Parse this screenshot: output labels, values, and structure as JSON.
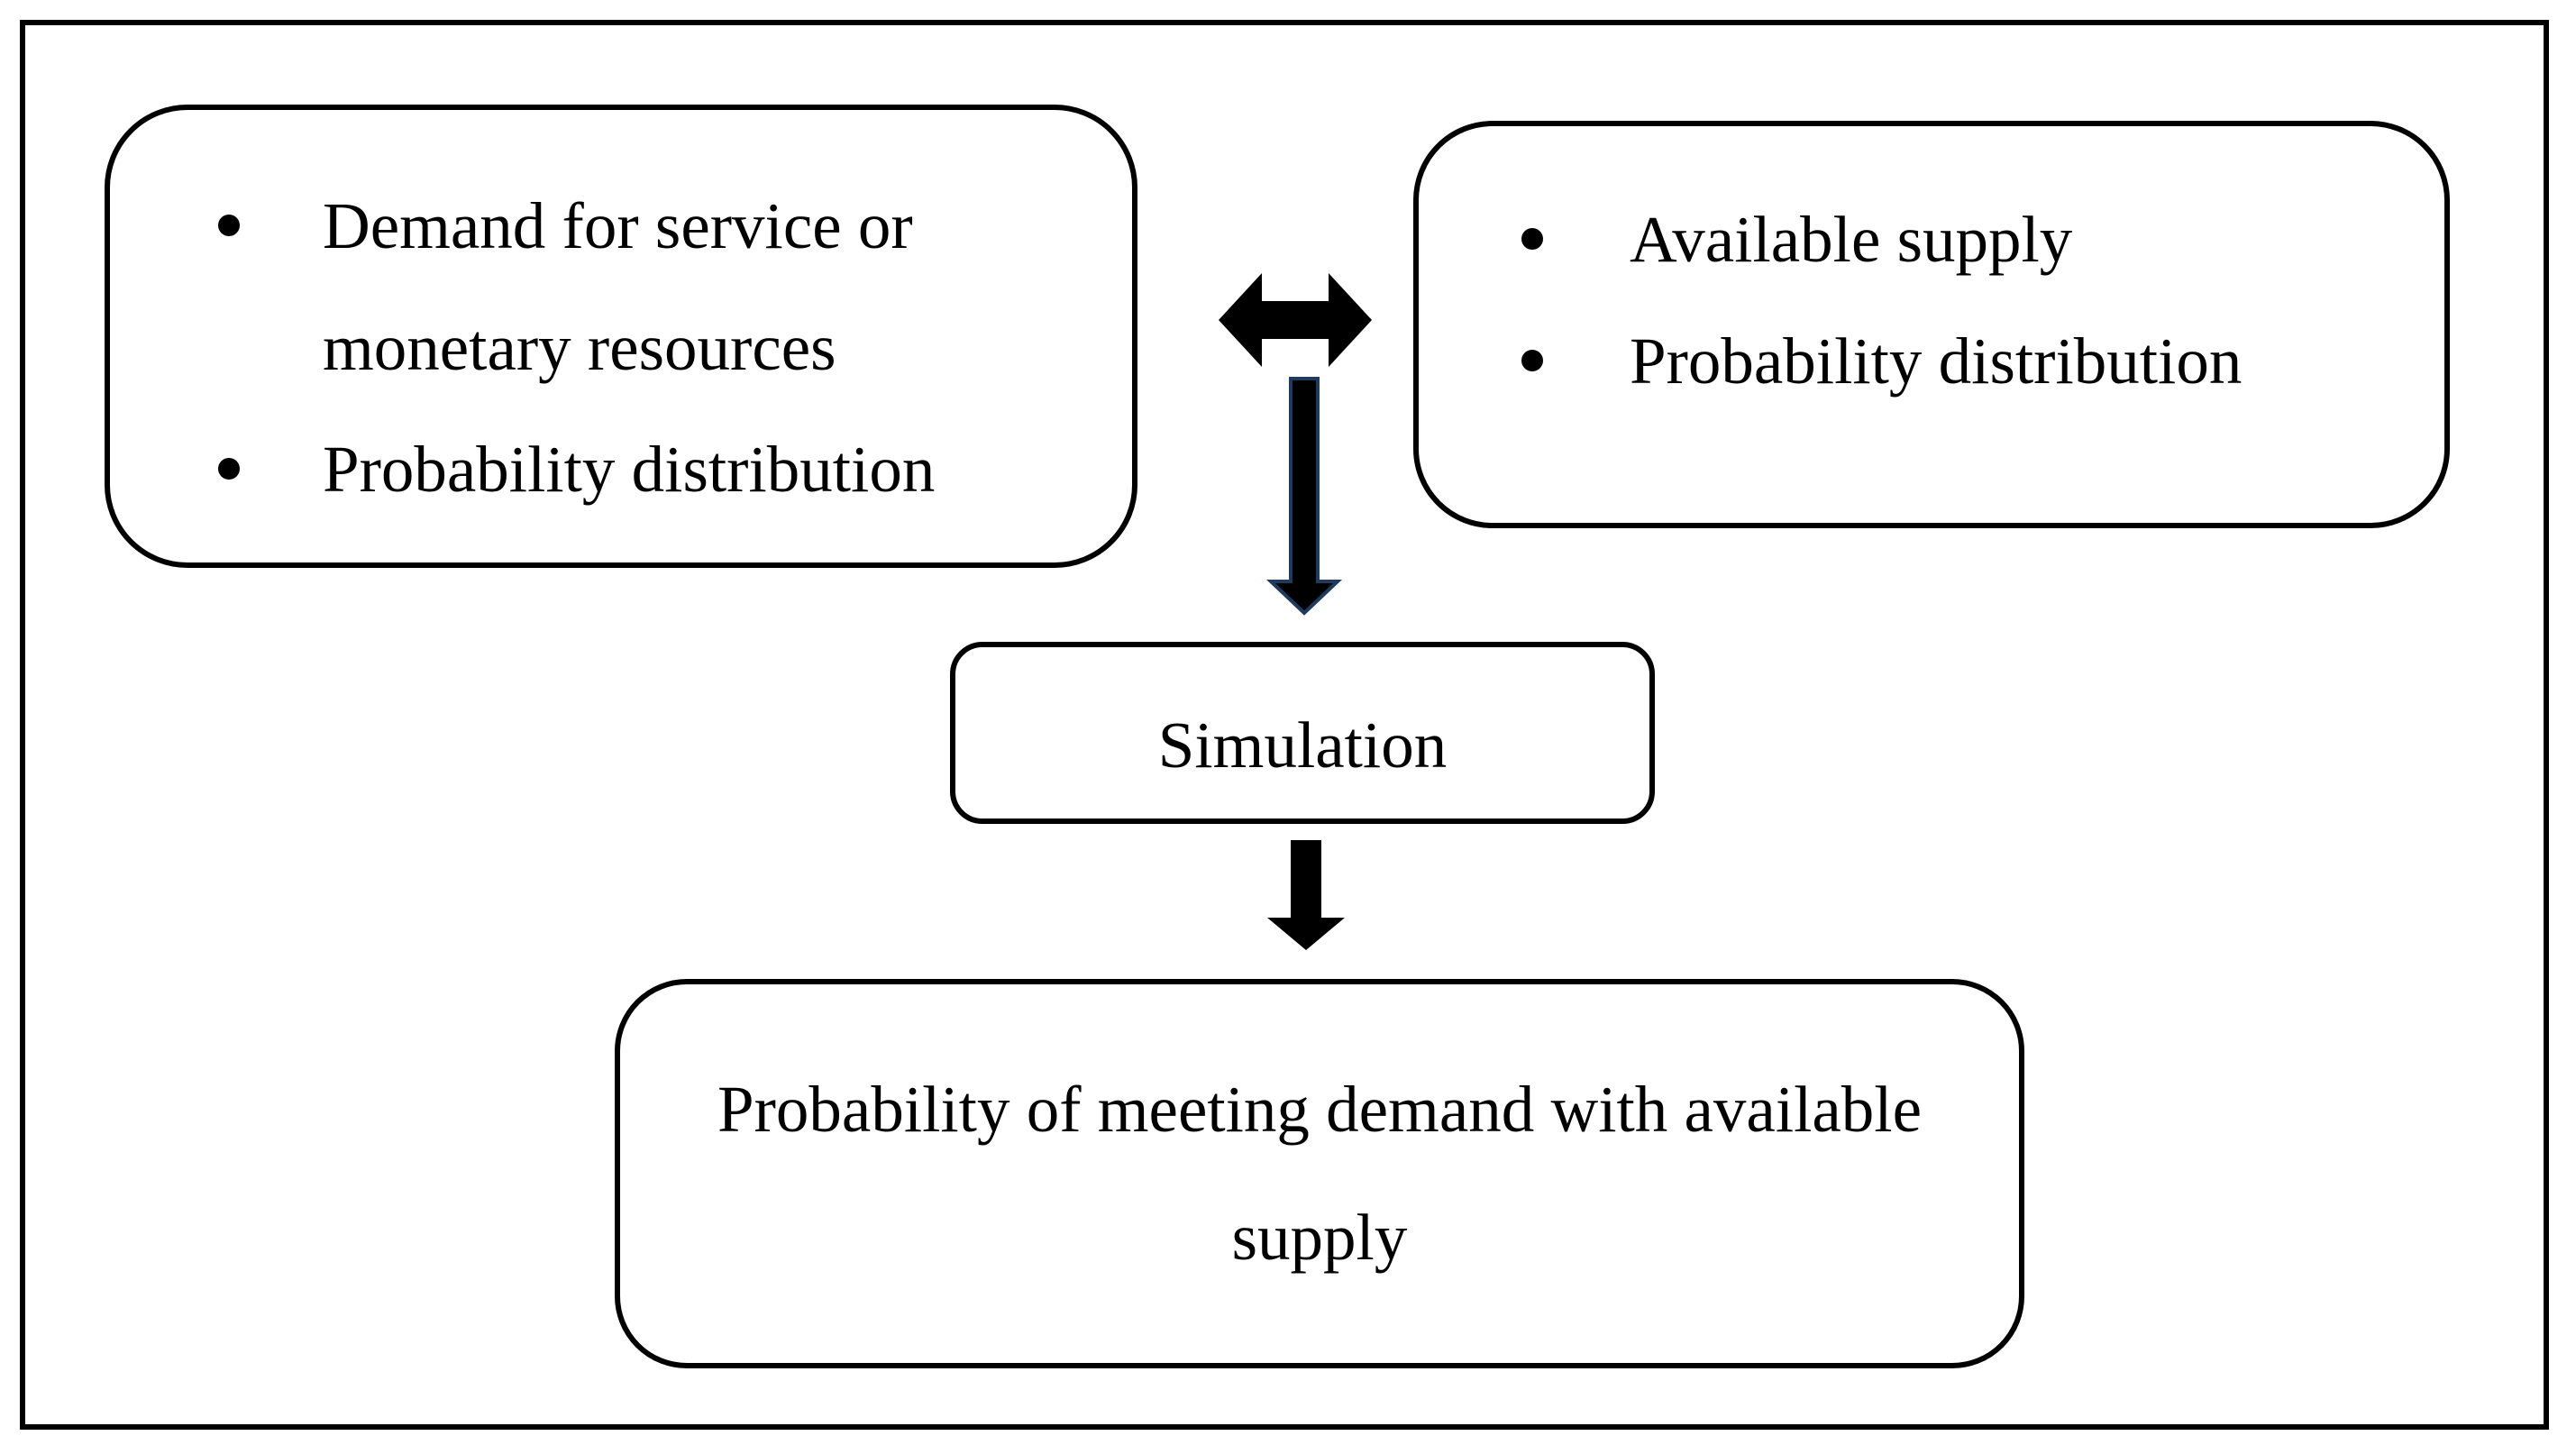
{
  "diagram": {
    "left_box": {
      "items": [
        {
          "text": "Demand for service or monetary resources"
        },
        {
          "text": "Probability distribution"
        }
      ]
    },
    "right_box": {
      "items": [
        {
          "text": "Available supply"
        },
        {
          "text": "Probability distribution"
        }
      ]
    },
    "simulation_box": {
      "label": "Simulation"
    },
    "result_box": {
      "label": "Probability of meeting demand with available supply"
    }
  },
  "colors": {
    "border": "#000000",
    "background": "#ffffff",
    "vertical_arrow_outline": "#1f3a5f"
  },
  "icons": {
    "double_arrow": "double-headed-horizontal-arrow",
    "down_arrow_1": "down-arrow",
    "down_arrow_2": "down-arrow"
  }
}
